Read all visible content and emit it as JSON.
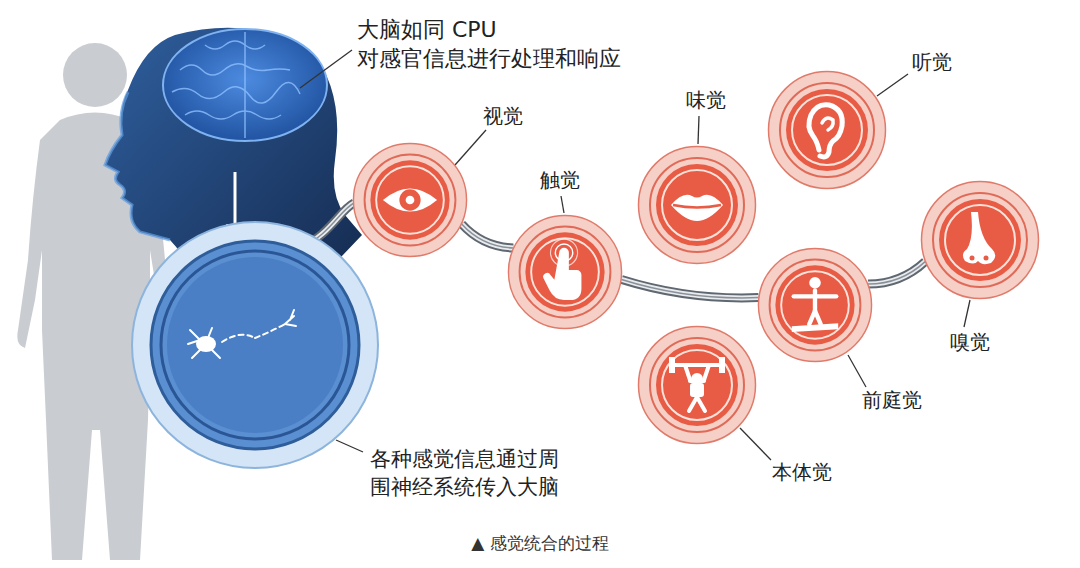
{
  "diagram": {
    "caption": "▲ 感觉统合的过程",
    "nodes": [
      {
        "text": [
          "各种感觉信息通过周围神经系统传入大脑"
        ]
      },
      {
        "text": [
          "视觉"
        ]
      },
      {
        "text": [
          "触觉"
        ]
      },
      {
        "text": [
          "味觉"
        ]
      },
      {
        "text": [
          "听觉"
        ]
      },
      {
        "text": [
          "嗅觉"
        ]
      },
      {
        "text": [
          "前庭觉"
        ]
      },
      {
        "text": [
          "本体觉"
        ]
      }
    ],
    "edges": [
      {
        "from": 1,
        "to": 2,
        "arrow": "none"
      },
      {
        "from": 2,
        "to": 6,
        "arrow": "none"
      },
      {
        "from": 6,
        "to": 5,
        "arrow": "none"
      }
    ],
    "labels": [
      "大脑如同 CPU 对感官信息进行处理和响应"
    ]
  }
}
